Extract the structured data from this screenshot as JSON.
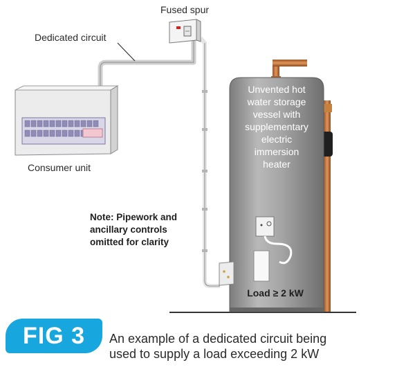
{
  "labels": {
    "fused_spur": "Fused spur",
    "dedicated_circuit": "Dedicated circuit",
    "consumer_unit": "Consumer unit",
    "cylinder": "Unvented hot\nwater storage\nvessel with\nsupplementary\nelectric\nimmersion\nheater",
    "note": "Note: Pipework and\nancillary controls\nomitted for clarity",
    "load": "Load ≥ 2 kW"
  },
  "figure": {
    "badge": "FIG 3",
    "caption": "An example of a dedicated circuit being\nused to supply a load exceeding 2 kW"
  },
  "colors": {
    "accent": "#17a6de",
    "copper": "#c1763a",
    "cylinder": "#a7a7a7"
  }
}
